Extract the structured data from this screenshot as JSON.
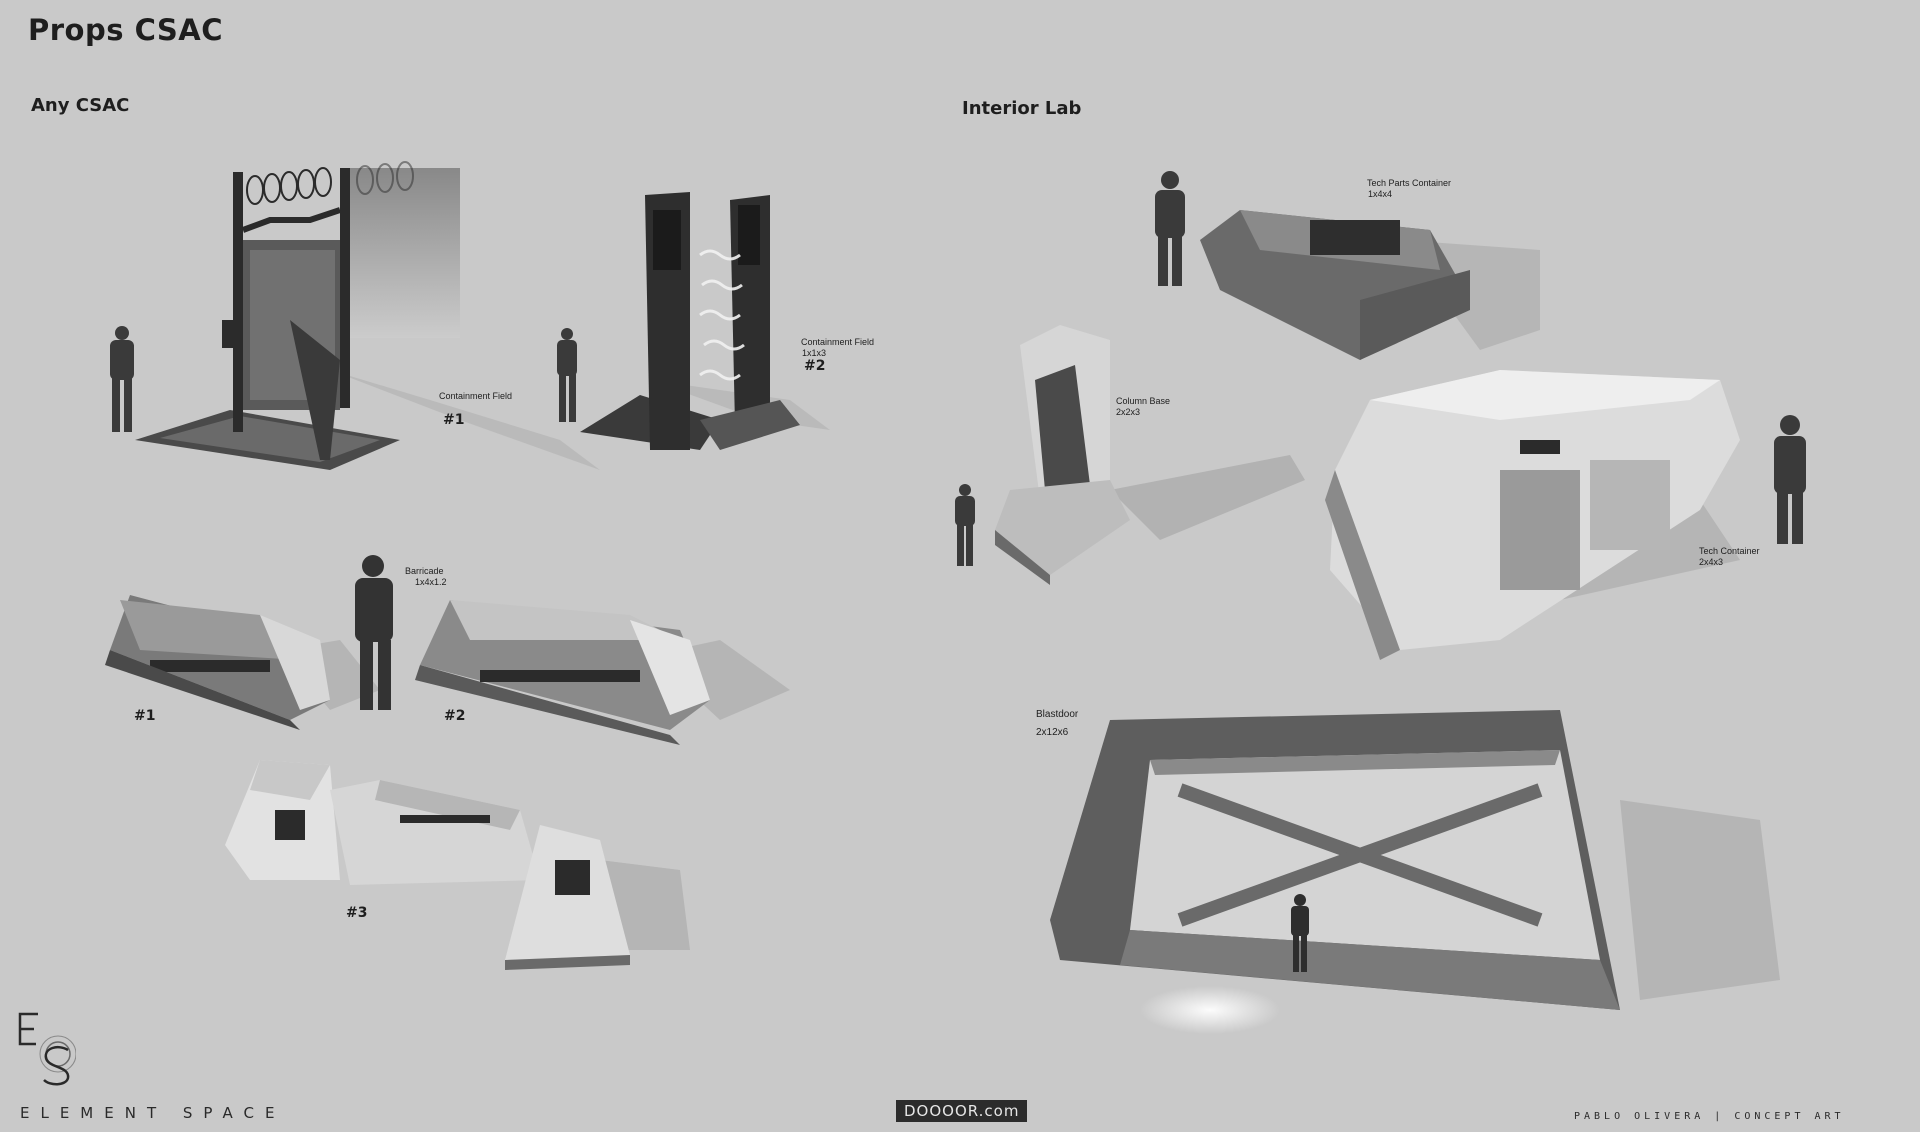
{
  "sheet": {
    "title": "Props CSAC",
    "background": "#c9c9c9",
    "ink": "#1e1e1e"
  },
  "sections": {
    "left": {
      "heading": "Any CSAC"
    },
    "right": {
      "heading": "Interior Lab"
    }
  },
  "props": {
    "containment_1": {
      "label": "Containment Field",
      "size": "",
      "number": "#1"
    },
    "containment_2": {
      "label": "Containment Field",
      "size": "1x1x3",
      "number": "#2"
    },
    "barricade": {
      "label": "Barricade",
      "size": "1x4x1.2"
    },
    "barricade_numbers": [
      "#1",
      "#2",
      "#3"
    ],
    "tech_parts_container": {
      "label": "Tech Parts Container",
      "size": "1x4x4"
    },
    "column_base": {
      "label": "Column Base",
      "size": "2x2x3"
    },
    "tech_container": {
      "label": "Tech Container",
      "size": "2x4x3"
    },
    "blastdoor": {
      "label": "Blastdoor",
      "size": "2x12x6"
    }
  },
  "footer": {
    "logo_letters": "ES",
    "brand": "ELEMENT SPACE",
    "credit": "PABLO OLIVERA | CONCEPT ART",
    "watermark": "DOOOOR.com"
  }
}
